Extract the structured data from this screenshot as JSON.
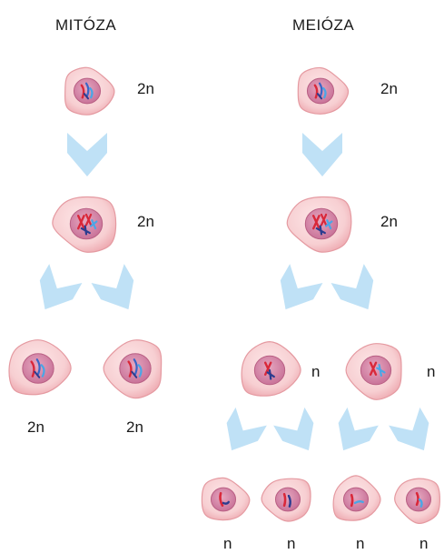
{
  "headings": {
    "mitosis": "MITÓZA",
    "meiosis": "MEIÓZA"
  },
  "ploidy": {
    "diploid": "2n",
    "haploid": "n"
  },
  "colors": {
    "cell_fill": "#f5c6c9",
    "cell_stroke": "#e59aa1",
    "nucleus_fill": "#d98aa6",
    "nucleus_stroke": "#b95f83",
    "arrow": "#bfe1f6",
    "chromosome_red": "#d9283a",
    "chromosome_blue": "#3a66c7",
    "chromosome_cyan": "#4aa6e6",
    "chromosome_navy": "#2b3c8f"
  }
}
